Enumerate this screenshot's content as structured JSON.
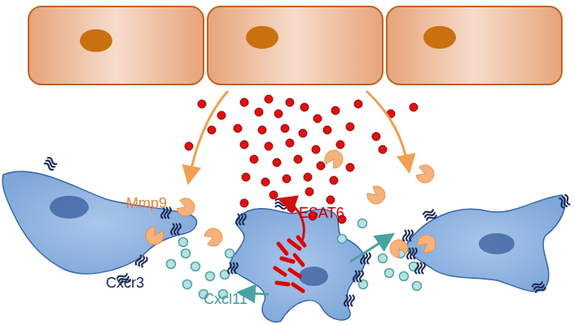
{
  "diagram": {
    "labels": [
      "Mmp9",
      "ESAT6",
      "Cxcr3",
      "Cxcl11"
    ]
  }
}
